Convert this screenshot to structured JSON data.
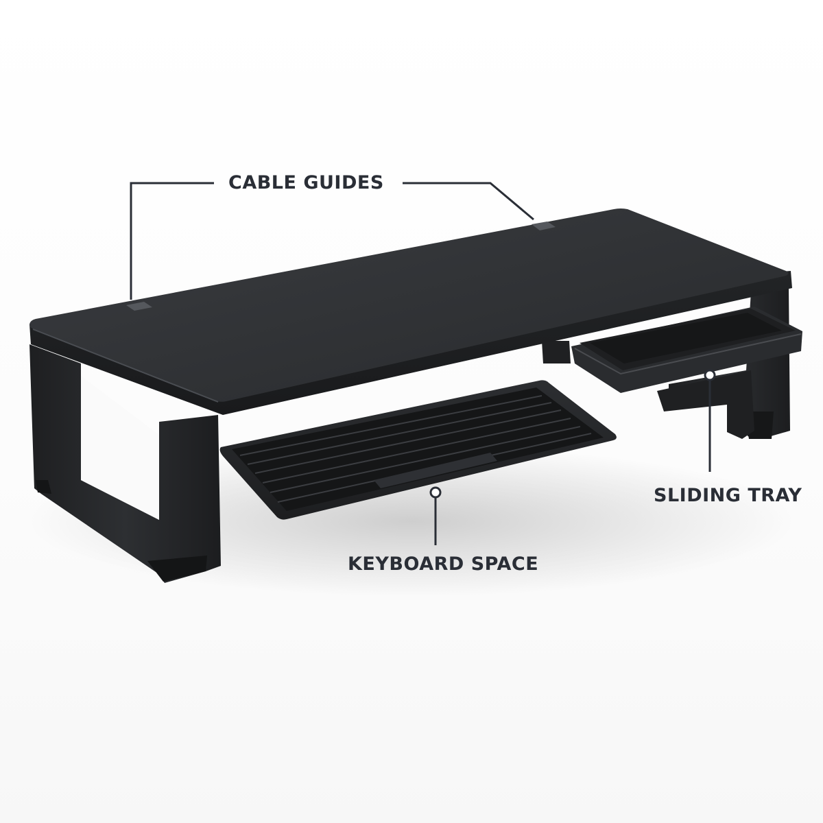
{
  "callouts": {
    "cable_guides": "CABLE GUIDES",
    "sliding_tray": "SLIDING TRAY",
    "keyboard_space": "KEYBOARD SPACE"
  },
  "colors": {
    "background": "#ffffff",
    "product": "#2b2d30",
    "label_text": "#2a2e36",
    "leader_line": "#2a2e36"
  }
}
